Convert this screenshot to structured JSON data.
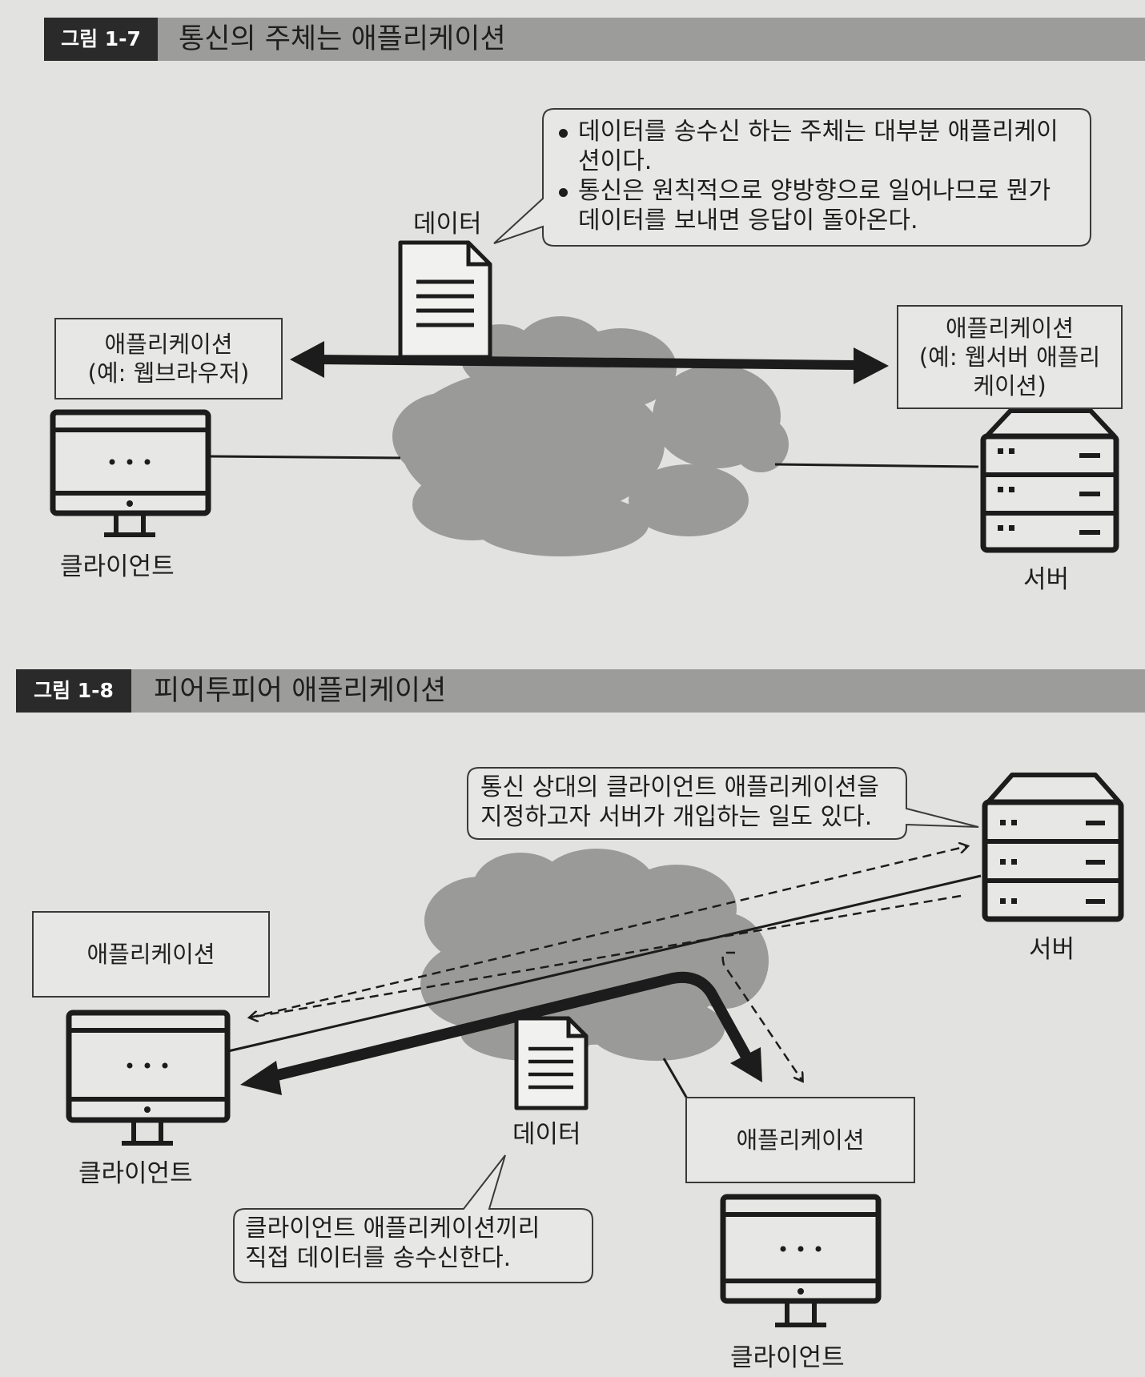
{
  "figure_7": {
    "tag": "그림 1-7",
    "title": "통신의 주체는 애플리케이션",
    "callout": {
      "item1_line1": "데이터를 송수신 하는 주체는 대부분 애플리케이",
      "item1_line2": "션이다.",
      "item2_line1": "통신은 원칙적으로 양방향으로 일어나므로 뭔가",
      "item2_line2": "데이터를 보내면 응답이 돌아온다."
    },
    "data_label": "데이터",
    "client_app": {
      "line1": "애플리케이션",
      "line2": "(예: 웹브라우저)"
    },
    "server_app": {
      "line1": "애플리케이션",
      "line2": "(예: 웹서버 애플리",
      "line3": "케이션)"
    },
    "client_label": "클라이언트",
    "server_label": "서버"
  },
  "figure_8": {
    "tag": "그림 1-8",
    "title": "피어투피어 애플리케이션",
    "server_callout": {
      "line1": "통신 상대의 클라이언트 애플리케이션을",
      "line2": "지정하고자 서버가 개입하는 일도 있다."
    },
    "server_label": "서버",
    "left_app": "애플리케이션",
    "left_client_label": "클라이언트",
    "data_label": "데이터",
    "right_app": "애플리케이션",
    "right_client_label": "클라이언트",
    "p2p_callout": {
      "line1": "클라이언트 애플리케이션끼리",
      "line2": "직접 데이터를 송수신한다."
    }
  },
  "colors": {
    "background": "#e2e2e0",
    "cloud": "#9a9a98",
    "ink": "#1c1c1c",
    "header_bar": "#9c9c9a",
    "tag": "#2a2a2a"
  },
  "icons": [
    "document-icon",
    "monitor-icon",
    "server-icon",
    "cloud-icon",
    "double-arrow-icon",
    "dashed-arrow-icon"
  ]
}
